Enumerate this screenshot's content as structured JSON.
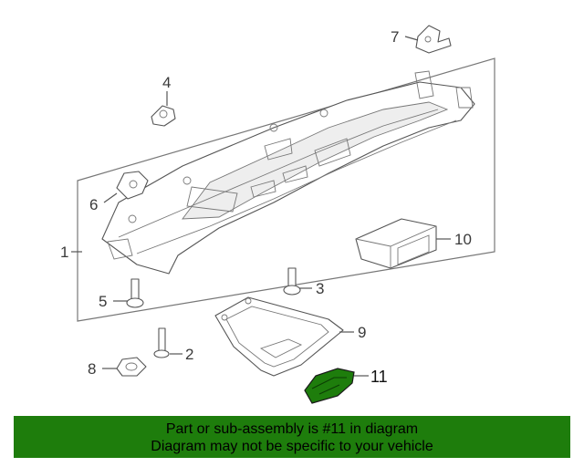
{
  "callouts": {
    "c1": "1",
    "c2": "2",
    "c3": "3",
    "c4": "4",
    "c5": "5",
    "c6": "6",
    "c7": "7",
    "c8": "8",
    "c9": "9",
    "c10": "10",
    "c11": "11"
  },
  "highlight": {
    "part_number": "11",
    "color": "#1e7d0c"
  },
  "banner": {
    "line1": "Part or sub-assembly is #11 in diagram",
    "line2": "Diagram may not be specific to your vehicle",
    "background": "#1e7d0c"
  }
}
